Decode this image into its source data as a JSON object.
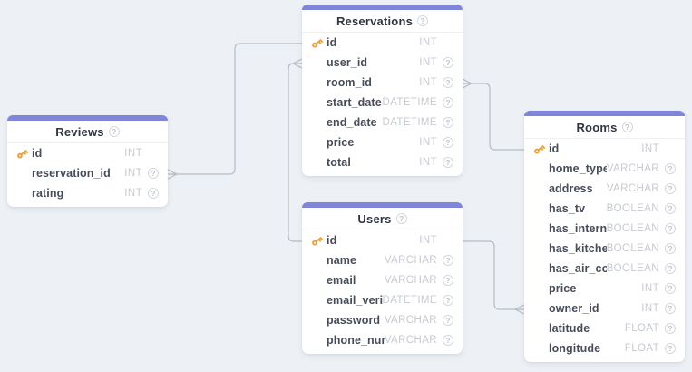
{
  "theme": {
    "background": "#edf1f5",
    "card": "#ffffff",
    "accent_bar": "#7f86d9",
    "title_color": "#2f3542",
    "column_name_color": "#464d59",
    "column_type_color": "#c6cad1",
    "connector_color": "#b6bcc6",
    "key_icon_color": "#f0a136"
  },
  "ui": {
    "help_glyph": "?"
  },
  "tables": [
    {
      "title": "Reservations",
      "columns": [
        {
          "name": "id",
          "type": "INT",
          "pk": true,
          "help": false
        },
        {
          "name": "user_id",
          "type": "INT",
          "pk": false,
          "help": true
        },
        {
          "name": "room_id",
          "type": "INT",
          "pk": false,
          "help": true
        },
        {
          "name": "start_date",
          "type": "DATETIME",
          "pk": false,
          "help": true
        },
        {
          "name": "end_date",
          "type": "DATETIME",
          "pk": false,
          "help": true
        },
        {
          "name": "price",
          "type": "INT",
          "pk": false,
          "help": true
        },
        {
          "name": "total",
          "type": "INT",
          "pk": false,
          "help": true
        }
      ]
    },
    {
      "title": "Reviews",
      "columns": [
        {
          "name": "id",
          "type": "INT",
          "pk": true,
          "help": false
        },
        {
          "name": "reservation_id",
          "type": "INT",
          "pk": false,
          "help": true
        },
        {
          "name": "rating",
          "type": "INT",
          "pk": false,
          "help": true
        }
      ]
    },
    {
      "title": "Users",
      "columns": [
        {
          "name": "id",
          "type": "INT",
          "pk": true,
          "help": false
        },
        {
          "name": "name",
          "type": "VARCHAR",
          "pk": false,
          "help": true
        },
        {
          "name": "email",
          "type": "VARCHAR",
          "pk": false,
          "help": true
        },
        {
          "name": "email_verified_",
          "type": "DATETIME",
          "pk": false,
          "help": true
        },
        {
          "name": "password",
          "type": "VARCHAR",
          "pk": false,
          "help": true
        },
        {
          "name": "phone_numbe",
          "type": "VARCHAR",
          "pk": false,
          "help": true
        }
      ]
    },
    {
      "title": "Rooms",
      "columns": [
        {
          "name": "id",
          "type": "INT",
          "pk": true,
          "help": false
        },
        {
          "name": "home_type",
          "type": "VARCHAR",
          "pk": false,
          "help": true
        },
        {
          "name": "address",
          "type": "VARCHAR",
          "pk": false,
          "help": true
        },
        {
          "name": "has_tv",
          "type": "BOOLEAN",
          "pk": false,
          "help": true
        },
        {
          "name": "has_internet",
          "type": "BOOLEAN",
          "pk": false,
          "help": true
        },
        {
          "name": "has_kitchen",
          "type": "BOOLEAN",
          "pk": false,
          "help": true
        },
        {
          "name": "has_air_con",
          "type": "BOOLEAN",
          "pk": false,
          "help": true
        },
        {
          "name": "price",
          "type": "INT",
          "pk": false,
          "help": true
        },
        {
          "name": "owner_id",
          "type": "INT",
          "pk": false,
          "help": true
        },
        {
          "name": "latitude",
          "type": "FLOAT",
          "pk": false,
          "help": true
        },
        {
          "name": "longitude",
          "type": "FLOAT",
          "pk": false,
          "help": true
        }
      ]
    }
  ],
  "relationships": [
    {
      "from": "Reviews.reservation_id",
      "to": "Reservations.id",
      "many_side": "Reviews.reservation_id"
    },
    {
      "from": "Users.id",
      "to": "Reservations.user_id",
      "many_side": "Reservations.user_id"
    },
    {
      "from": "Reservations.room_id",
      "to": "Rooms.id",
      "many_side": "Reservations.room_id"
    },
    {
      "from": "Users.id",
      "to": "Rooms.owner_id",
      "many_side": "Rooms.owner_id"
    }
  ]
}
